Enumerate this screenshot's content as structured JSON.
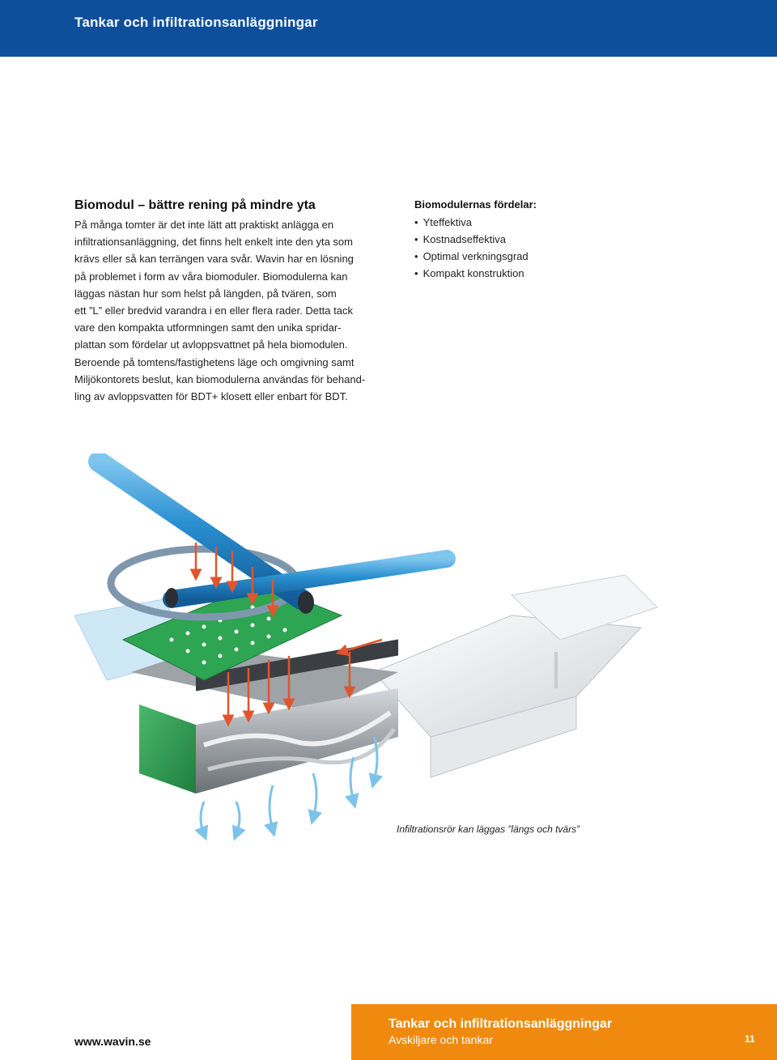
{
  "header": {
    "title": "Tankar och infiltrationsanläggningar",
    "color": "#0e4f9c"
  },
  "article": {
    "heading": "Biomodul – bättre rening på mindre yta",
    "lines": [
      "På många tomter är det inte lätt att praktiskt anlägga en",
      "infiltrationsanläggning, det finns helt enkelt inte den yta som",
      "krävs eller så kan terrängen vara svår. Wavin har en lösning",
      "på problemet i form av våra biomoduler. Biomodulerna kan",
      "läggas nästan hur som helst på längden, på tvären, som",
      "ett ”L” eller bredvid varandra i en eller flera rader. Detta tack",
      "vare den kompakta utformningen samt den unika spridar-",
      "plattan som fördelar ut avloppsvattnet på hela biomodulen.",
      "Beroende på tomtens/fastighetens läge och omgivning samt",
      "Miljökontorets beslut, kan biomodulerna användas för behand-",
      "ling av avloppsvatten för BDT+ klosett eller enbart för BDT."
    ]
  },
  "advantages": {
    "heading": "Biomodulernas fördelar:",
    "items": [
      "Yteffektiva",
      "Kostnadseffektiva",
      "Optimal verkningsgrad",
      "Kompakt konstruktion"
    ]
  },
  "figure": {
    "caption": "Infiltrationsrör kan läggas ”längs och tvärs”",
    "icons": [
      "pipe-icon",
      "biomodule-icon",
      "distribution-plate-icon",
      "water-flow-arrow-icon"
    ]
  },
  "footer": {
    "url": "www.wavin.se",
    "title": "Tankar och infiltrationsanläggningar",
    "subtitle": "Avskiljare och tankar",
    "page": "11",
    "color": "#f08a0e"
  }
}
